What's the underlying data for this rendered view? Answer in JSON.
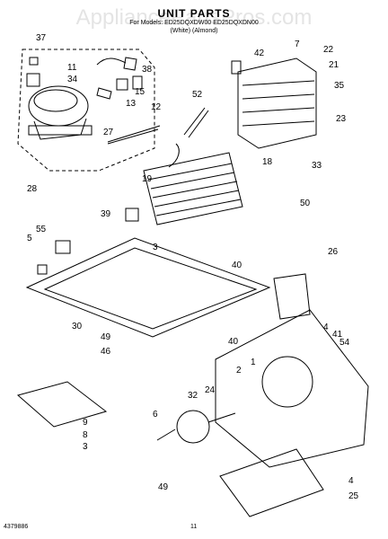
{
  "watermark": "AppliancePartsPros.com",
  "header": {
    "title": "UNIT PARTS",
    "models": "For Models: ED25DQXDW00 ED25DQXDN00",
    "colors": "(White)      (Almond)"
  },
  "callouts": [
    "37",
    "11",
    "34",
    "38",
    "15",
    "13",
    "12",
    "27",
    "28",
    "42",
    "7",
    "22",
    "21",
    "35",
    "52",
    "23",
    "19",
    "18",
    "33",
    "39",
    "50",
    "3",
    "55",
    "5",
    "26",
    "40",
    "30",
    "49",
    "46",
    "40",
    "4",
    "41",
    "54",
    "32",
    "24",
    "2",
    "1",
    "6",
    "9",
    "8",
    "3",
    "49",
    "4",
    "25"
  ],
  "footer": {
    "doc_number": "4379886",
    "page": "11"
  }
}
